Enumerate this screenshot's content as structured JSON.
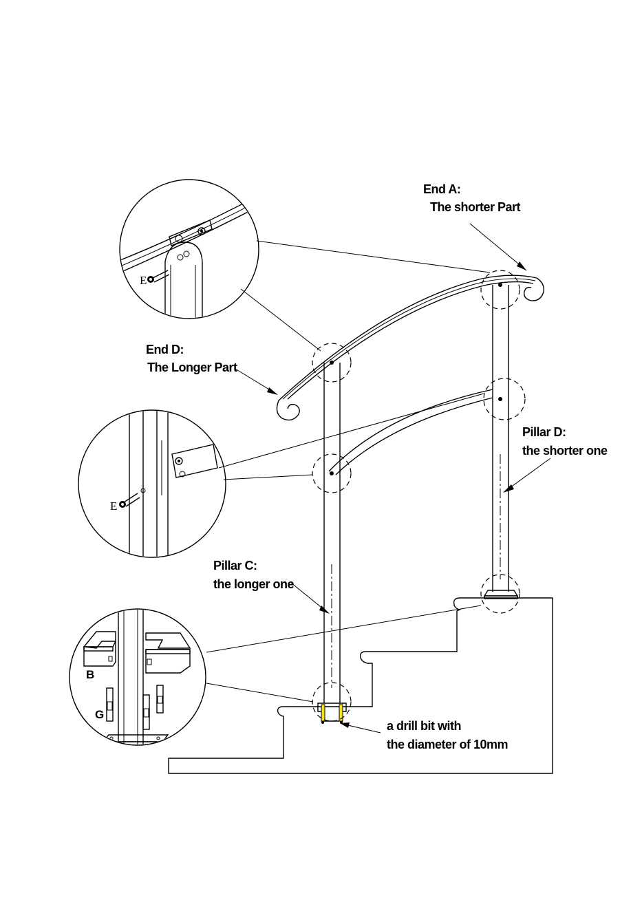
{
  "labels": {
    "end_a_title": "End A:",
    "end_a_desc": "The shorter Part",
    "end_d_title": "End D:",
    "end_d_desc": "The Longer Part",
    "pillar_d_title": "Pillar D:",
    "pillar_d_desc": "the shorter one",
    "pillar_c_title": "Pillar C:",
    "pillar_c_desc": "the longer one",
    "drill_line1": "a drill bit with",
    "drill_line2": "the diameter of 10mm"
  },
  "parts": {
    "screw_top": "E",
    "screw_mid": "E",
    "base_cover": "B",
    "anchor_bolt": "G"
  },
  "colors": {
    "line": "#000000",
    "drill_bit": "#f2e21a"
  }
}
